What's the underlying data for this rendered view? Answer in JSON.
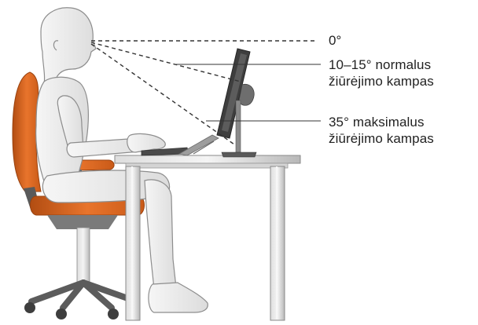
{
  "labels": {
    "zero": "0°",
    "normal": {
      "line1": "10–15° normalus",
      "line2": "žiūrėjimo kampas"
    },
    "max": {
      "line1": "35° maksimalus",
      "line2": "žiūrėjimo kampas"
    }
  },
  "colors": {
    "chair": "#d9641e",
    "chair_shadow": "#b24d12",
    "figure_fill": "#ececec",
    "figure_stroke": "#8d8d8d",
    "metal": "#c9c9c9",
    "dark": "#4a4a4a",
    "sight_line": "#333333"
  }
}
